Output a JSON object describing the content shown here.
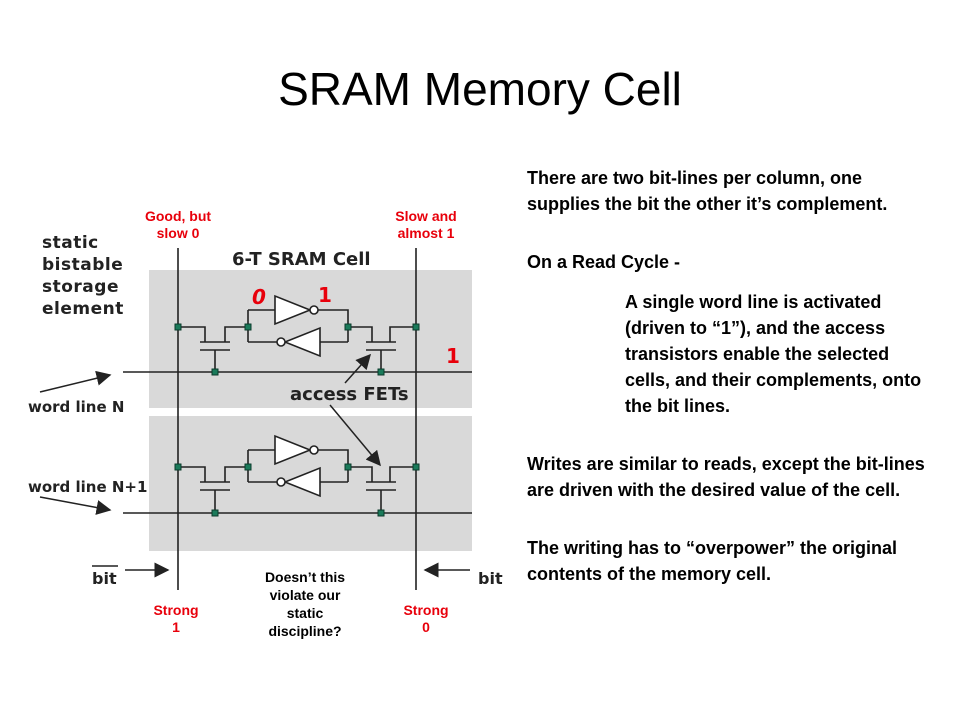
{
  "slide": {
    "title": "SRAM Memory Cell"
  },
  "diagram": {
    "side_label": [
      "static",
      "bistable",
      "storage",
      "element"
    ],
    "cell_title": "6-T SRAM Cell",
    "state_zero": "0",
    "state_one": "1",
    "word_line_value": "1",
    "access_label": "access FETs",
    "word_line_n": "word line N",
    "word_line_n1": "word line N+1",
    "bit_bar": "bit",
    "bit": "bit"
  },
  "annotations": {
    "top_left": [
      "Good, but",
      "slow 0"
    ],
    "top_right": [
      "Slow and",
      "almost 1"
    ],
    "bottom_left": [
      "Strong",
      "1"
    ],
    "bottom_right": [
      "Strong",
      "0"
    ],
    "center_question": [
      "Doesn’t this",
      "violate our",
      "static",
      "discipline?"
    ]
  },
  "text": {
    "p1": "There are two bit-lines per column, one supplies the bit the other it’s complement.",
    "p2_heading": "On a Read Cycle -",
    "p2_body": "A single word line is activated  (driven to “1”), and the access transistors enable the selected cells, and their complements, onto the bit lines.",
    "p3": "Writes are similar to reads, except the bit-lines are driven with the desired value of the cell.",
    "p4": "The writing has to “overpower” the original contents of the memory cell."
  },
  "colors": {
    "accent_red": "#e8000b",
    "cell_fill": "#d9d9d9"
  }
}
